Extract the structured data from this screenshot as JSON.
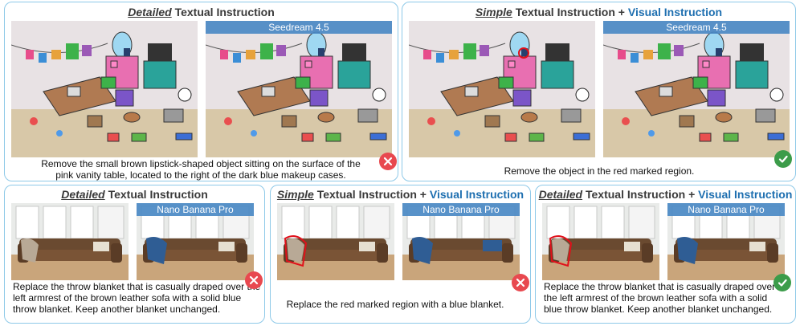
{
  "title_parts": {
    "detailed": "Detailed",
    "simple": "Simple",
    "textual": " Textual Instruction",
    "plus": " + ",
    "visual": "Visual Instruction"
  },
  "models": {
    "seedream": "Seedream 4.5",
    "nanobanana": "Nano Banana Pro"
  },
  "captions": {
    "p1": "Remove the small brown lipstick-shaped object sitting on the surface of the pink vanity table, located to the right of the dark blue makeup cases.",
    "p2": "Remove the object in the red marked region.",
    "p3": "Replace the throw blanket that is casually draped over the left armrest of the brown leather sofa with a solid blue throw blanket. Keep another blanket unchanged.",
    "p4": "Replace the red marked region with a blue blanket.",
    "p5": "Replace the throw blanket that is casually draped over the left armrest of the brown leather sofa with a solid blue throw blanket. Keep another blanket unchanged."
  },
  "colors": {
    "panel_border": "#8ec9e8",
    "visual_blue": "#1e6fb0",
    "fail_red": "#e8484f",
    "pass_green": "#3c9c4a"
  },
  "icons": {
    "fail": "x-cross-icon",
    "pass": "check-mark-icon"
  }
}
